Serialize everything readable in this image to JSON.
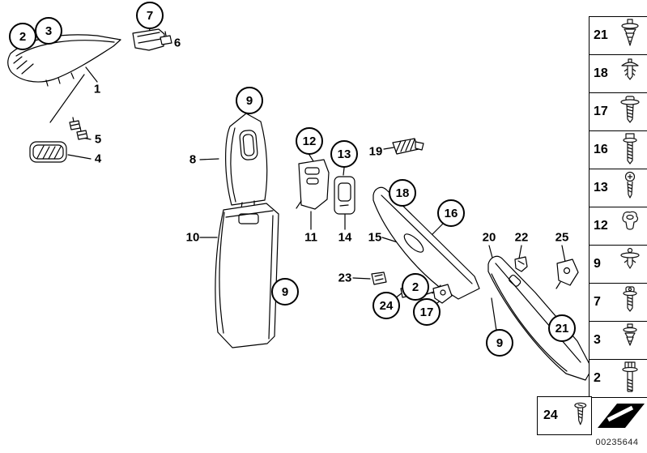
{
  "diagram": {
    "part_number": "00235644",
    "colors": {
      "line": "#000000",
      "background": "#ffffff"
    }
  },
  "callouts": {
    "circled": [
      {
        "n": "2"
      },
      {
        "n": "3"
      },
      {
        "n": "7"
      },
      {
        "n": "9"
      },
      {
        "n": "12"
      },
      {
        "n": "13"
      },
      {
        "n": "18"
      },
      {
        "n": "16"
      },
      {
        "n": "9"
      },
      {
        "n": "2"
      },
      {
        "n": "24"
      },
      {
        "n": "17"
      },
      {
        "n": "9"
      },
      {
        "n": "21"
      }
    ],
    "plain": [
      {
        "n": "1"
      },
      {
        "n": "4"
      },
      {
        "n": "5"
      },
      {
        "n": "6"
      },
      {
        "n": "8"
      },
      {
        "n": "10"
      },
      {
        "n": "11"
      },
      {
        "n": "14"
      },
      {
        "n": "15"
      },
      {
        "n": "19"
      },
      {
        "n": "20"
      },
      {
        "n": "22"
      },
      {
        "n": "23"
      },
      {
        "n": "25"
      }
    ]
  },
  "fastener_column": [
    {
      "n": "21",
      "type": "expansion-rivet"
    },
    {
      "n": "18",
      "type": "blind-rivet"
    },
    {
      "n": "17",
      "type": "screw-with-washer"
    },
    {
      "n": "16",
      "type": "long-screw"
    },
    {
      "n": "13",
      "type": "tapping-screw"
    },
    {
      "n": "12",
      "type": "clip-grommet"
    },
    {
      "n": "9",
      "type": "flat-head-rivet"
    },
    {
      "n": "7",
      "type": "torx-screw"
    },
    {
      "n": "3",
      "type": "expansion-clip"
    },
    {
      "n": "2",
      "type": "hex-bolt"
    }
  ],
  "legend": {
    "n": "24",
    "type": "self-tapping-screw"
  }
}
